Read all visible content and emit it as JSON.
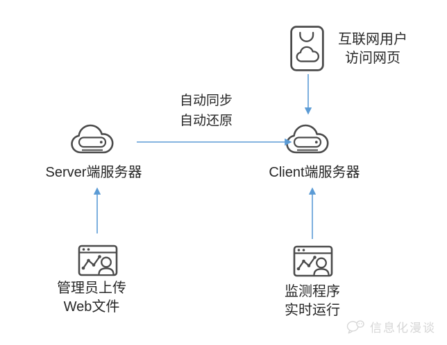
{
  "diagram": {
    "internet_user": {
      "line1": "互联网用户",
      "line2": "访问网页"
    },
    "sync": {
      "line1": "自动同步",
      "line2": "自动还原"
    },
    "server": {
      "label": "Server端服务器"
    },
    "client": {
      "label": "Client端服务器"
    },
    "admin": {
      "line1": "管理员上传",
      "line2": "Web文件"
    },
    "monitor": {
      "line1": "监测程序",
      "line2": "实时运行"
    },
    "watermark": {
      "label": "信息化漫谈"
    },
    "icons": {
      "internet_user": "device-with-cloud-icon",
      "server": "cloud-server-icon",
      "client": "cloud-server-icon",
      "admin": "browser-analytics-user-icon",
      "monitor": "browser-analytics-user-icon",
      "watermark": "chat-bubbles-icon"
    },
    "colors": {
      "background": "#FFFFFF",
      "arrow": "#5B9BD5",
      "icon_stroke": "#4A4A4A",
      "text": "#262626",
      "watermark": "#D6D6D6"
    }
  }
}
